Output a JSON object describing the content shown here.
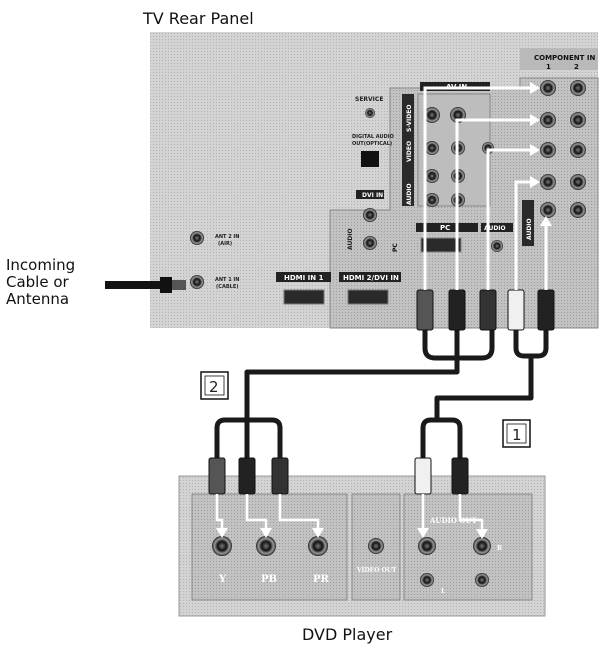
{
  "diagram": {
    "title": "TV Rear Panel",
    "bottom_caption": "DVD Player",
    "incoming_label": [
      "Incoming",
      "Cable or",
      "Antenna"
    ],
    "step_labels": {
      "component": "2",
      "audio": "1"
    },
    "tv_panel": {
      "service": "SERVICE",
      "digital_audio": [
        "DIGITAL AUDIO",
        "OUT(OPTICAL)"
      ],
      "dvi_in": "DVI IN",
      "ant2": [
        "ANT 2 IN",
        "(AIR)"
      ],
      "ant1": [
        "ANT 1 IN",
        "(CABLE)"
      ],
      "hdmi1": "HDMI IN 1",
      "hdmi2": "HDMI 2/DVI IN",
      "av_in": "AV IN",
      "pc": "PC",
      "audio": "AUDIO",
      "component_in": "COMPONENT IN",
      "component_cols": [
        "1",
        "2"
      ],
      "video_v": "VIDEO",
      "svideo_v": "S-VIDEO",
      "audio_v": "AUDIO",
      "dvi_audio_v": "AUDIO",
      "comp_audio_v": "AUDIO"
    },
    "dvd_panel": {
      "y": "Y",
      "pb": "PB",
      "pr": "PR",
      "video_out": "VIDEO OUT",
      "audio_out": "AUDIO OUT",
      "l": "L",
      "r": "R"
    },
    "colors": {
      "panel": "#d6d6d6",
      "panel_dark": "#c4c4c4",
      "cable": "#1a1a1a",
      "arrow": "#ffffff"
    }
  }
}
